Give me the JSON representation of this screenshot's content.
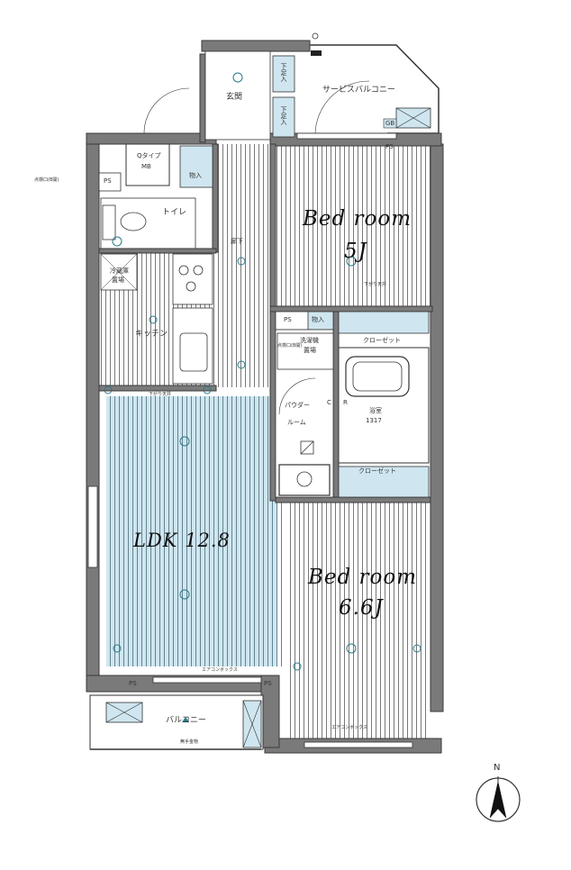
{
  "colors": {
    "wall": "#7a7a7a",
    "wall_dark": "#3a3a3a",
    "floor_line": "#555555",
    "ldk_floor": "#cfe6f0",
    "storage_fill": "#cfe6f0",
    "line": "#222222"
  },
  "rooms": {
    "entrance": "玄関",
    "shoe1": "下足入",
    "shoe2": "下足入",
    "service_balcony": "サービスバルコニー",
    "bedroom1_title": "Bed room",
    "bedroom1_size": "5J",
    "bedroom2_title": "Bed room",
    "bedroom2_size": "6.6J",
    "ldk": "LDK 12.8",
    "kitchen": "キッチン",
    "toilet": "トイレ",
    "hallway": "廊下",
    "powder_room1": "パウダー",
    "powder_room2": "ルーム",
    "bath": "浴室",
    "bath_size": "1317",
    "closet1": "クローゼット",
    "closet2": "クローゼット",
    "storage1": "物入",
    "storage2": "物入",
    "mb1": "Qタイプ",
    "mb2": "MB",
    "balcony": "バルコニー",
    "washer1": "洗濯機",
    "washer2": "置場",
    "fridge1": "冷蔵庫",
    "fridge2": "置場",
    "handrail": "無手金物",
    "aircon_box1": "エアコンボックス",
    "aircon_box2": "エアコンボックス",
    "ceiling1": "下がり天井",
    "ceiling2": "下がり天井",
    "inspection": "点検口(B開)",
    "inspection2": "点検口(B開)",
    "ps": "PS",
    "gb": "GB",
    "compass": "N",
    "letter_c": "C",
    "letter_r": "R"
  }
}
